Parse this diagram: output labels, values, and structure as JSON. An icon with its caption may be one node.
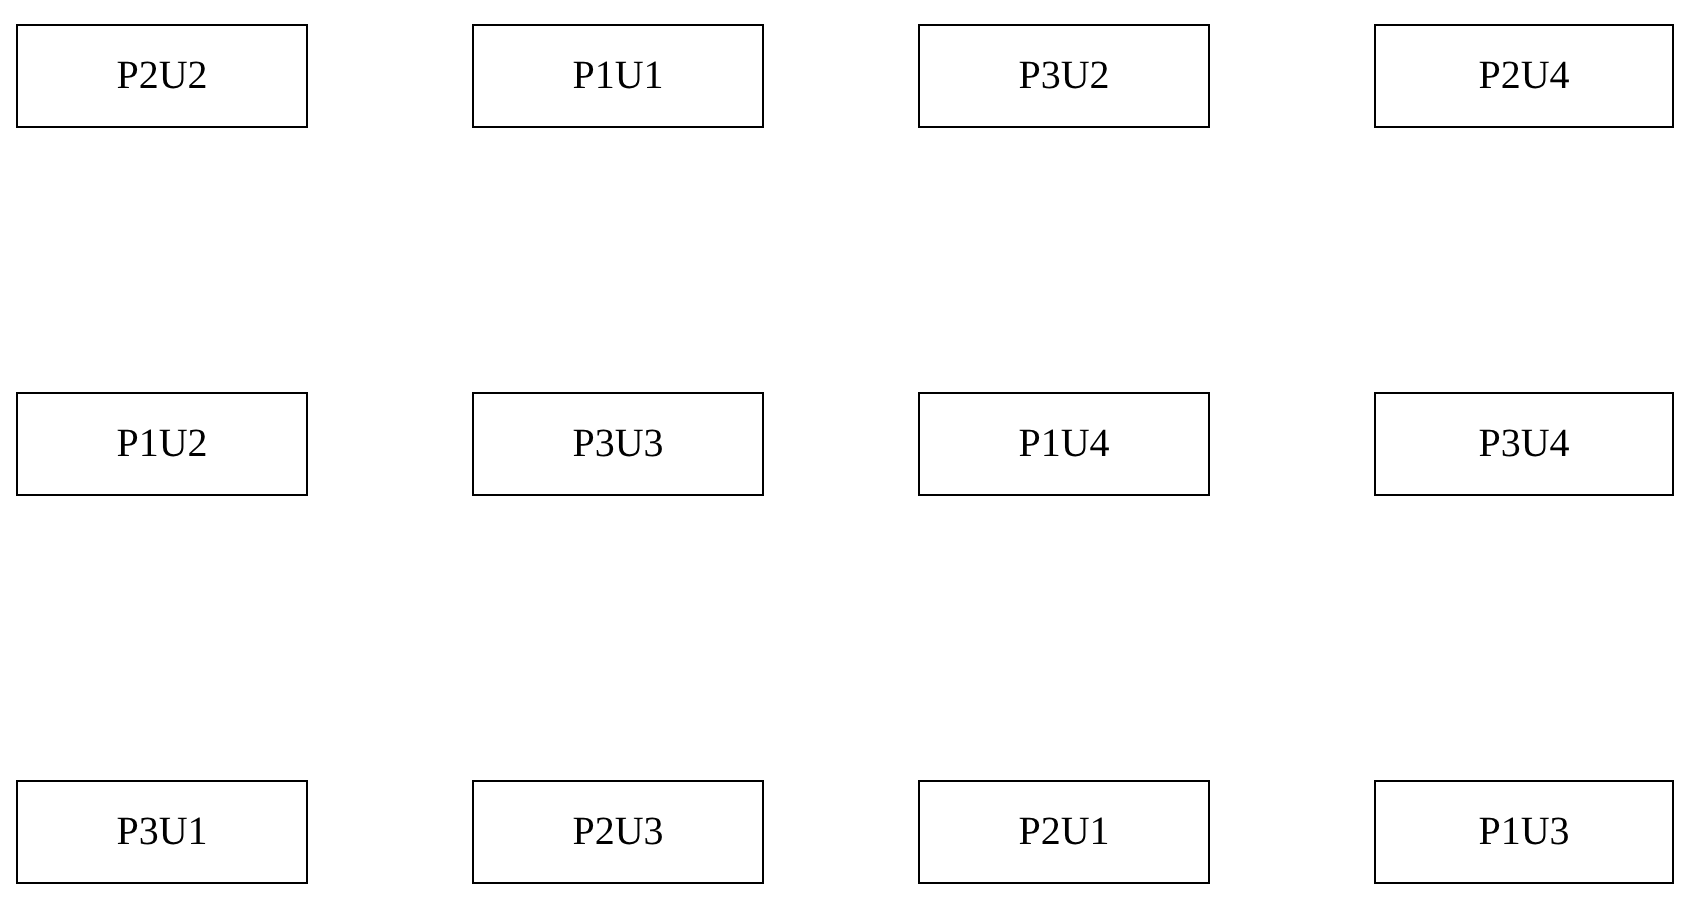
{
  "diagram": {
    "nodes": [
      {
        "text": [
          "P2U2"
        ]
      },
      {
        "text": [
          "P1U1"
        ]
      },
      {
        "text": [
          "P3U2"
        ]
      },
      {
        "text": [
          "P2U4"
        ]
      },
      {
        "text": [
          "P1U2"
        ]
      },
      {
        "text": [
          "P3U3"
        ]
      },
      {
        "text": [
          "P1U4"
        ]
      },
      {
        "text": [
          "P3U4"
        ]
      },
      {
        "text": [
          "P3U1"
        ]
      },
      {
        "text": [
          "P2U3"
        ]
      },
      {
        "text": [
          "P2U1"
        ]
      },
      {
        "text": [
          "P1U3"
        ]
      }
    ]
  }
}
